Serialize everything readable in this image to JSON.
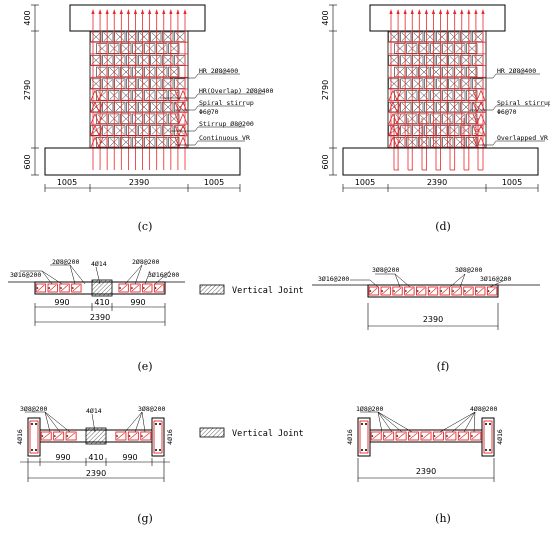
{
  "captions": {
    "c": "(c)",
    "d": "(d)",
    "e": "(e)",
    "f": "(f)",
    "g": "(g)",
    "h": "(h)"
  },
  "panel_c": {
    "dim_top": "400",
    "dim_mid": "2790",
    "dim_bot": "600",
    "dim_left": "1005",
    "dim_center": "2390",
    "dim_right": "1005",
    "labels": [
      "HR 2Ø8@400",
      "HR(Overlap) 2Ø8@400",
      "Spiral stirrup",
      "Φ6@70",
      "Stirrup Ø8@200",
      "Continuous VR"
    ]
  },
  "panel_d": {
    "dim_top": "400",
    "dim_mid": "2790",
    "dim_bot": "600",
    "dim_left": "1005",
    "dim_center": "2390",
    "dim_right": "1005",
    "labels": [
      "HR 2Ø8@400",
      "Spiral stirrup",
      "Φ6@70",
      "Overlapped VR"
    ]
  },
  "panel_e": {
    "labels": [
      "2Ø8@200",
      "4Ø14",
      "2Ø8@200",
      "3Ø16@200",
      "3Ø16@200"
    ],
    "dims": [
      "990",
      "410",
      "990"
    ],
    "total": "2390",
    "legend": "Vertical Joint"
  },
  "panel_f": {
    "labels": [
      "3Ø8@200",
      "3Ø8@200",
      "3Ø16@200",
      "3Ø16@200"
    ],
    "total": "2390"
  },
  "panel_g": {
    "labels": [
      "3Ø8@200",
      "4Ø14",
      "3Ø8@200"
    ],
    "side": [
      "4Ø16",
      "4Ø16"
    ],
    "dims": [
      "990",
      "410",
      "990"
    ],
    "total": "2390",
    "legend": "Vertical Joint"
  },
  "panel_h": {
    "labels": [
      "1Ø8@200",
      "4Ø8@200"
    ],
    "side": [
      "4Ø16",
      "4Ø16"
    ],
    "total": "2390"
  }
}
